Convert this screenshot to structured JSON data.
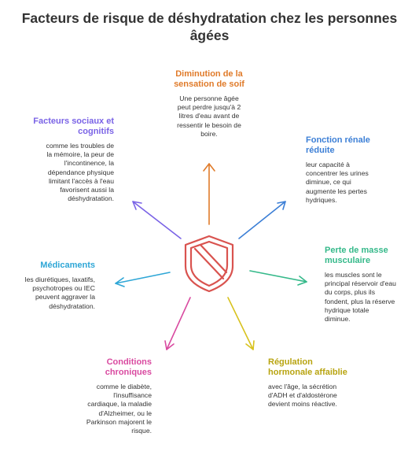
{
  "title": [
    "Facteurs de risque de déshydratation chez les personnes",
    "âgées"
  ],
  "colors": {
    "orange": "#e07b2a",
    "purple": "#7a63e6",
    "blue": "#3c7fd6",
    "cyan": "#2ea6d6",
    "green": "#35b98a",
    "pink": "#d94aa0",
    "yellow": "#d8c21e",
    "shield": "#d9534f"
  },
  "icons": [
    "shield-slash-icon"
  ],
  "factors": {
    "soif": {
      "heading": [
        "Diminution de la",
        "sensation de soif"
      ],
      "description": [
        "Une personne âgée",
        "peut perdre jusqu'à 2",
        "litres d'eau avant de",
        "ressentir le besoin de",
        "boire."
      ]
    },
    "sociaux": {
      "heading": [
        "Facteurs sociaux et",
        "cognitifs"
      ],
      "description": [
        "comme les troubles de",
        "la mémoire, la peur de",
        "l'incontinence, la",
        "dépendance physique",
        "limitant l'accès à l'eau",
        "favorisent aussi la",
        "déshydratation."
      ]
    },
    "renale": {
      "heading": [
        "Fonction rénale",
        "réduite"
      ],
      "description": [
        "leur capacité à",
        "concentrer les urines",
        "diminue, ce qui",
        "augmente les pertes",
        "hydriques."
      ]
    },
    "musculaire": {
      "heading": [
        "Perte de masse",
        "musculaire"
      ],
      "description": [
        "les muscles sont le",
        "principal réservoir d'eau",
        "du corps, plus ils",
        "fondent, plus la réserve",
        "hydrique totale",
        "diminue."
      ]
    },
    "medicaments": {
      "heading": [
        "Médicaments"
      ],
      "description": [
        "les diurétiques, laxatifs,",
        "psychotropes ou IEC",
        "peuvent aggraver la",
        "déshydratation."
      ]
    },
    "chroniques": {
      "heading": [
        "Conditions",
        "chroniques"
      ],
      "description": [
        "comme le diabète,",
        "l'insuffisance",
        "cardiaque, la maladie",
        "d'Alzheimer, ou le",
        "Parkinson majorent le",
        "risque."
      ]
    },
    "hormonale": {
      "heading": [
        "Régulation",
        "hormonale affaiblie"
      ],
      "description": [
        "avec l'âge, la sécrétion",
        "d'ADH et d'aldostérone",
        "devient moins réactive."
      ]
    }
  }
}
